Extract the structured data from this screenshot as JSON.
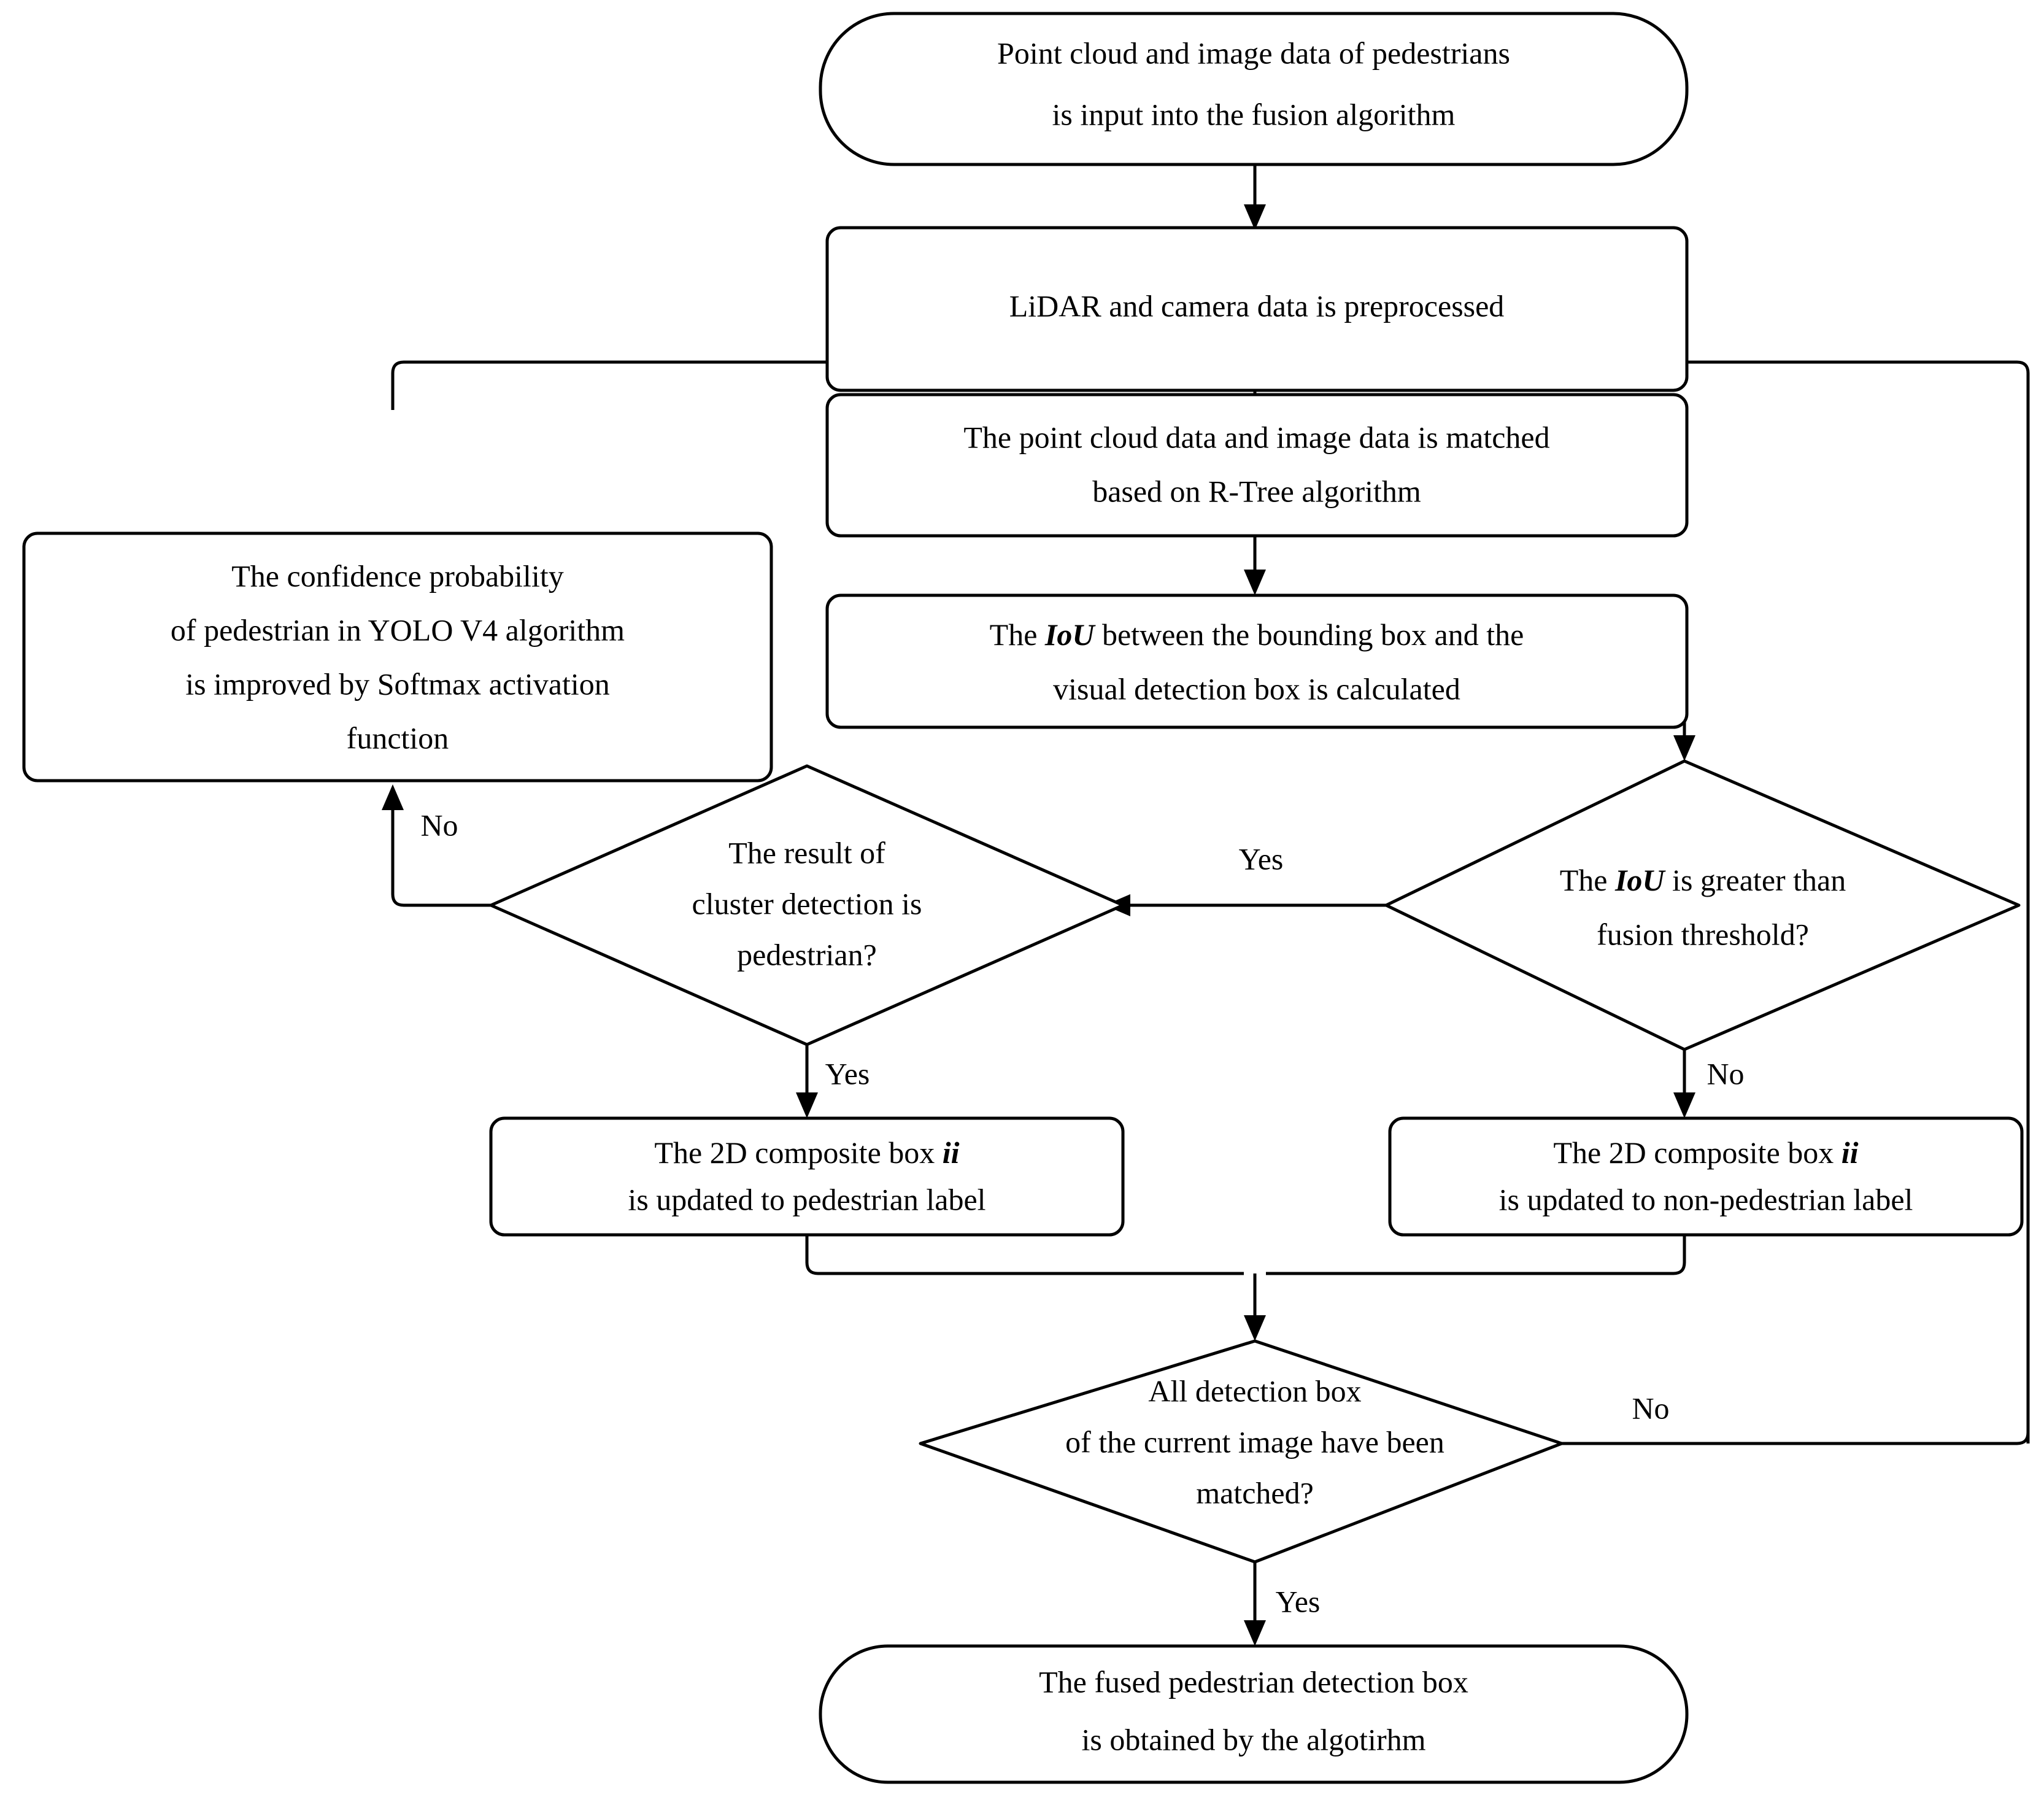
{
  "diagram": {
    "title": "Pedestrian point cloud / image fusion detection flowchart",
    "background_color": "#ffffff",
    "line_color": "#000000",
    "text_color": "#000000"
  },
  "nodes": {
    "start": {
      "shape": "stadium",
      "line1": "Point cloud and image data of pedestrians",
      "line2": "is input into the fusion algorithm"
    },
    "preprocess": {
      "shape": "rounded-rect",
      "line1": "LiDAR and camera data is preprocessed"
    },
    "match": {
      "shape": "rounded-rect",
      "line1": "The point cloud data and image data is matched",
      "line2": "based on R-Tree algorithm"
    },
    "iou_calc": {
      "shape": "rounded-rect",
      "line1_pre": "The ",
      "line1_em": "IoU",
      "line1_post": " between the bounding box and the",
      "line2": "visual detection box is calculated"
    },
    "confidence": {
      "shape": "rounded-rect",
      "line1": "The confidence probability",
      "line2": "of pedestrian in YOLO V4 algorithm",
      "line3": "is improved by Softmax activation",
      "line4": "function"
    },
    "cluster_decision": {
      "shape": "diamond",
      "line1": "The result of",
      "line2": "cluster detection is",
      "line3": "pedestrian?"
    },
    "iou_decision": {
      "shape": "diamond",
      "line1_pre": "The ",
      "line1_em": "IoU",
      "line1_post": " is greater than",
      "line2": "fusion threshold?"
    },
    "label_pedestrian": {
      "shape": "rounded-rect",
      "line1_pre": "The 2D composite box ",
      "line1_em": "ii",
      "line2": "is updated to pedestrian label"
    },
    "label_non_pedestrian": {
      "shape": "rounded-rect",
      "line1_pre": "The 2D composite box ",
      "line1_em": "ii",
      "line2": "is updated to non-pedestrian label"
    },
    "all_matched_decision": {
      "shape": "diamond",
      "line1": "All detection box",
      "line2": "of the current image have been",
      "line3": "matched?"
    },
    "end": {
      "shape": "stadium",
      "line1": "The fused pedestrian detection box",
      "line2": "is obtained by the algotirhm"
    }
  },
  "edge_labels": {
    "cluster_no": "No",
    "cluster_yes": "Yes",
    "iou_yes": "Yes",
    "iou_no": "No",
    "all_matched_no": "No",
    "all_matched_yes": "Yes"
  }
}
